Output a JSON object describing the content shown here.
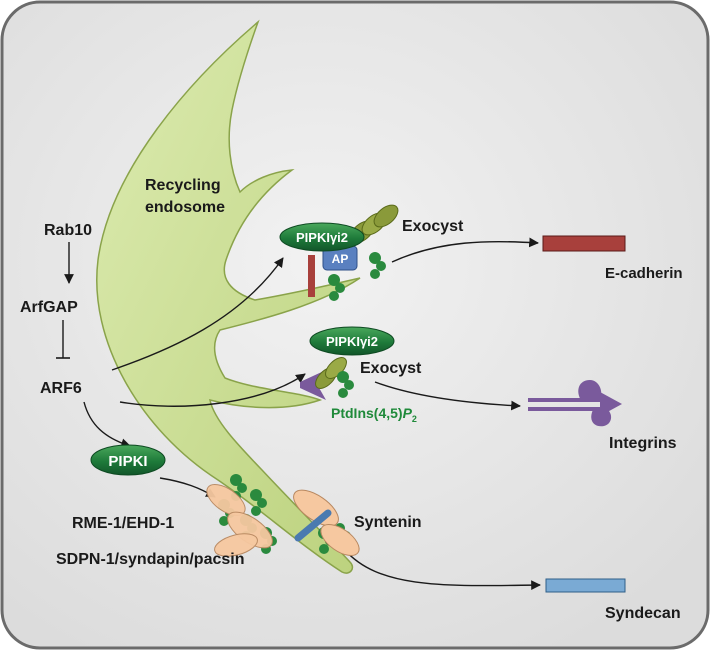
{
  "labels": {
    "recycling": "Recycling",
    "endosome": "endosome",
    "rab10": "Rab10",
    "arfgap": "ArfGAP",
    "arf6": "ARF6",
    "pipki": "PIPKI",
    "pipki_gamma_top": "PIPKIγi2",
    "pipki_gamma_mid": "PIPKIγi2",
    "ap": "AP",
    "exocyst_top": "Exocyst",
    "exocyst_mid": "Exocyst",
    "ptdins": "PtdIns(4,5)",
    "ptdins_p": "P",
    "ptdins_sub": "2",
    "ecadherin": "E-cadherin",
    "integrins": "Integrins",
    "syntenin": "Syntenin",
    "syndecan": "Syndecan",
    "rme1": "RME-1/EHD-1",
    "sdpn1": "SDPN-1/syndapin/pacsin"
  },
  "colors": {
    "cell_fill": "#e8e8e8",
    "cell_stroke": "#6b6b6b",
    "endosome_fill": "#cfe09a",
    "endosome_stroke": "#8aa34a",
    "pill_green": "#1e7a3a",
    "lipid_green": "#2a8a3e",
    "ecadherin": "#a8403c",
    "integrin": "#7a5a9c",
    "syndecan": "#7aaad4",
    "peach": "#f6c8a0",
    "ap_blue": "#5a80c0",
    "exocyst_olive": "#8a9a3a"
  }
}
